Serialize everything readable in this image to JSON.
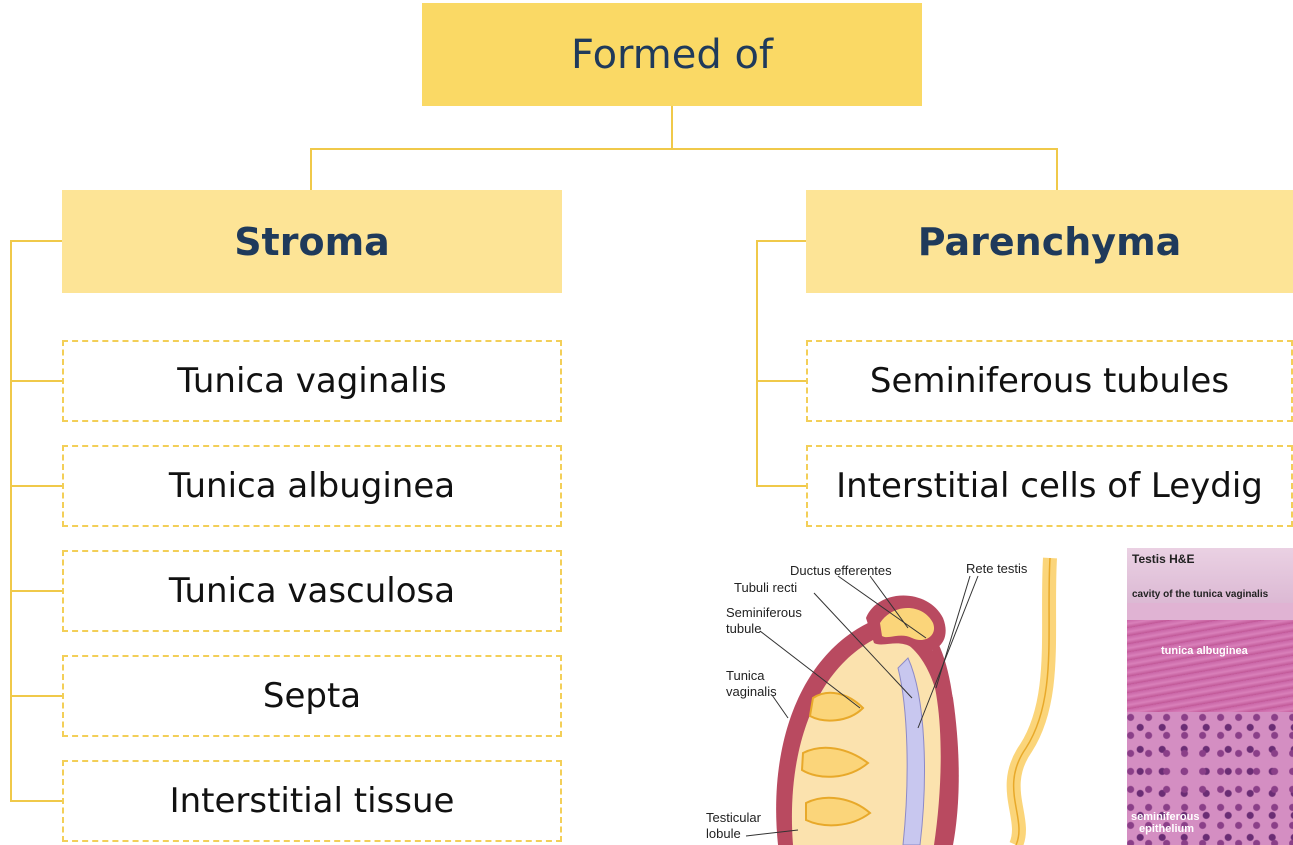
{
  "root": {
    "label": "Formed of"
  },
  "stroma": {
    "heading": "Stroma",
    "items": [
      "Tunica vaginalis",
      "Tunica albuginea",
      "Tunica vasculosa",
      "Septa",
      "Interstitial tissue"
    ]
  },
  "parenchyma": {
    "heading": "Parenchyma",
    "items": [
      "Seminiferous tubules",
      "Interstitial cells of Leydig"
    ]
  },
  "diagram": {
    "labels": {
      "ductus": "Ductus efferentes",
      "rete": "Rete testis",
      "tubuli": "Tubuli recti",
      "semi1": "Seminiferous",
      "semi2": "tubule",
      "tunica1": "Tunica",
      "tunica2": "vaginalis",
      "lobule1": "Testicular",
      "lobule2": "lobule"
    }
  },
  "micrograph": {
    "labels": {
      "title": "Testis  H&E",
      "cavity": "cavity of the tunica vaginalis",
      "albuginea": "tunica albuginea",
      "epith1": "seminiferous",
      "epith2": "epithelium"
    }
  },
  "colors": {
    "root_fill": "#fad965",
    "heading_fill": "#fde496",
    "connector": "#f0c94a",
    "heading_text": "#1f3a5b"
  }
}
